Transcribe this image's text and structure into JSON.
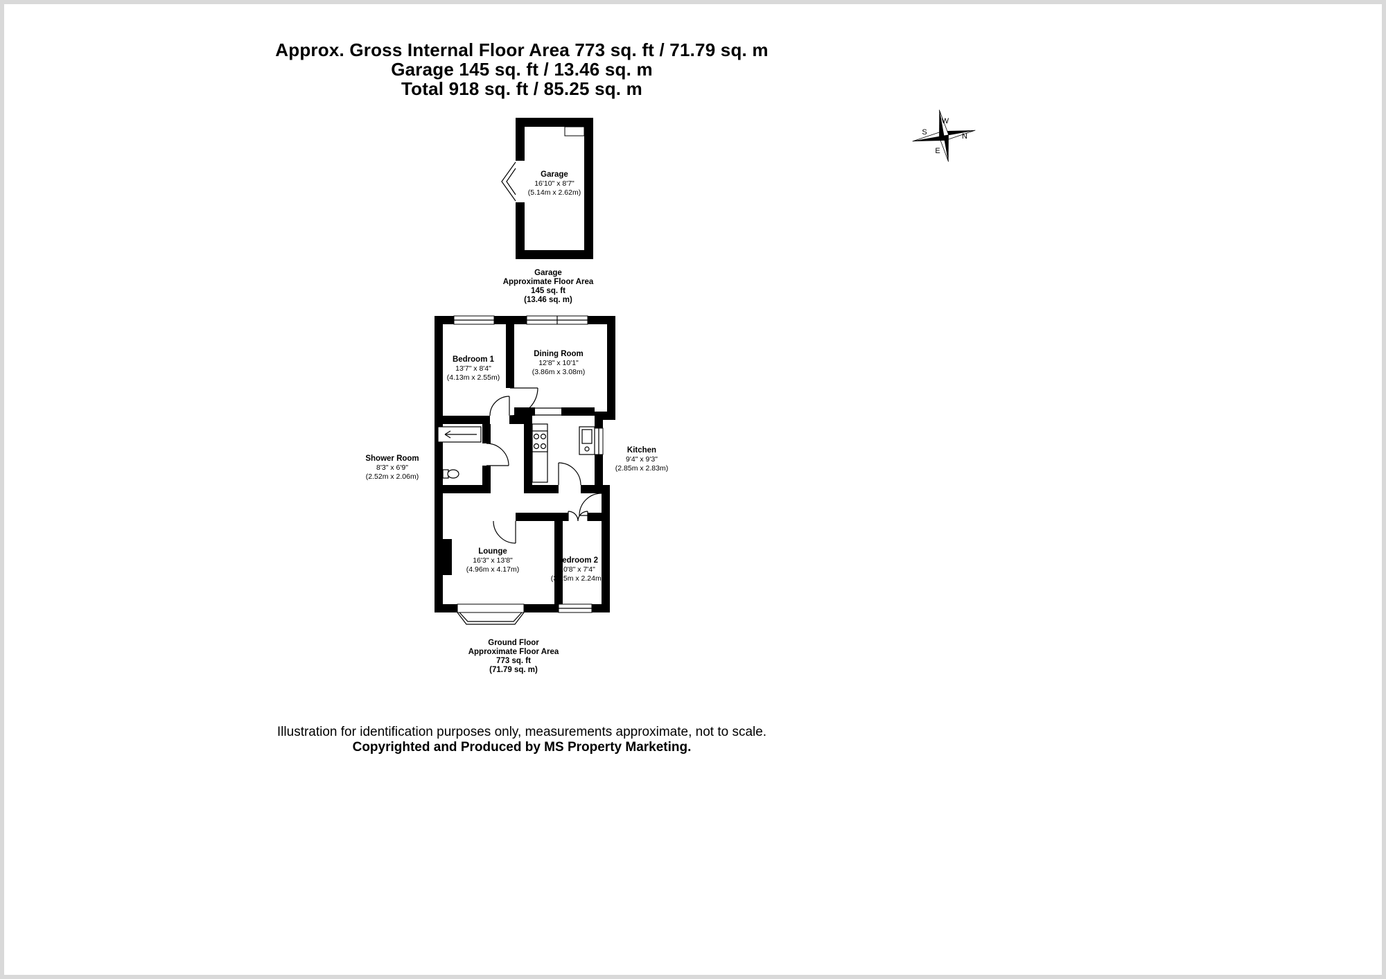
{
  "page": {
    "title_lines": [
      "Approx. Gross Internal Floor Area 773 sq. ft / 71.79 sq. m",
      "Garage 145 sq. ft / 13.46 sq. m",
      "Total 918 sq. ft / 85.25 sq. m"
    ],
    "footer_line1": "Illustration for identification purposes only, measurements approximate, not to scale.",
    "footer_line2": "Copyrighted  and Produced by MS Property Marketing."
  },
  "compass": {
    "n": "N",
    "e": "E",
    "s": "S",
    "w": "W"
  },
  "garage": {
    "room": {
      "name": "Garage",
      "dims_ft": "16'10\" x 8'7\"",
      "dims_m": "(5.14m x 2.62m)"
    },
    "caption": [
      "Garage",
      "Approximate Floor Area",
      "145 sq. ft",
      "(13.46 sq. m)"
    ]
  },
  "ground_floor": {
    "rooms": [
      {
        "name": "Bedroom 1",
        "dims_ft": "13'7\" x 8'4\"",
        "dims_m": "(4.13m x 2.55m)"
      },
      {
        "name": "Dining Room",
        "dims_ft": "12'8\" x 10'1\"",
        "dims_m": "(3.86m x 3.08m)"
      },
      {
        "name": "Kitchen",
        "dims_ft": "9'4\" x 9'3\"",
        "dims_m": "(2.85m x 2.83m)"
      },
      {
        "name": "Shower Room",
        "dims_ft": "8'3\" x 6'9\"",
        "dims_m": "(2.52m x 2.06m)"
      },
      {
        "name": "Lounge",
        "dims_ft": "16'3\" x 13'8\"",
        "dims_m": "(4.96m x 4.17m)"
      },
      {
        "name": "Bedroom 2",
        "dims_ft": "10'8\" x 7'4\"",
        "dims_m": "(3.25m x 2.24m)"
      }
    ],
    "caption": [
      "Ground Floor",
      "Approximate Floor Area",
      "773 sq. ft",
      "(71.79 sq. m)"
    ]
  },
  "colors": {
    "wall": "#000000",
    "frame_border": "#d9d9d9",
    "background": "#ffffff"
  }
}
